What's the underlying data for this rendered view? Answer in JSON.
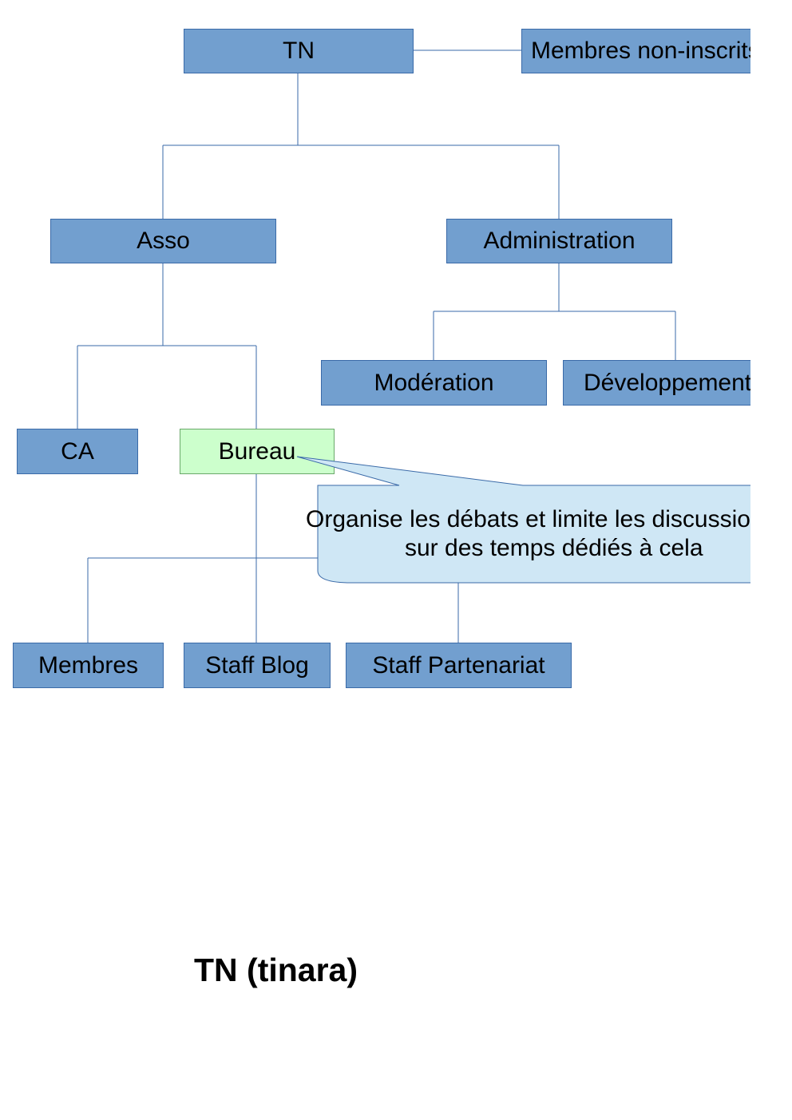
{
  "nodes": {
    "tn": "TN",
    "membres_non_inscrits": "Membres non-inscrits",
    "asso": "Asso",
    "administration": "Administration",
    "moderation": "Modération",
    "developpement": "Développement",
    "ca": "CA",
    "bureau": "Bureau",
    "membres": "Membres",
    "staff_blog": "Staff Blog",
    "staff_partenariat": "Staff Partenariat"
  },
  "callout": {
    "line1": "Organise les débats et limite les discussions",
    "line2": "sur des temps dédiés à cela"
  },
  "title": "TN (tinara)",
  "colors": {
    "node_fill": "#729fcf",
    "node_border": "#3a6aa8",
    "highlight_fill": "#ccffcc",
    "callout_fill": "#cfe7f5",
    "connector": "#3a6aa8"
  }
}
